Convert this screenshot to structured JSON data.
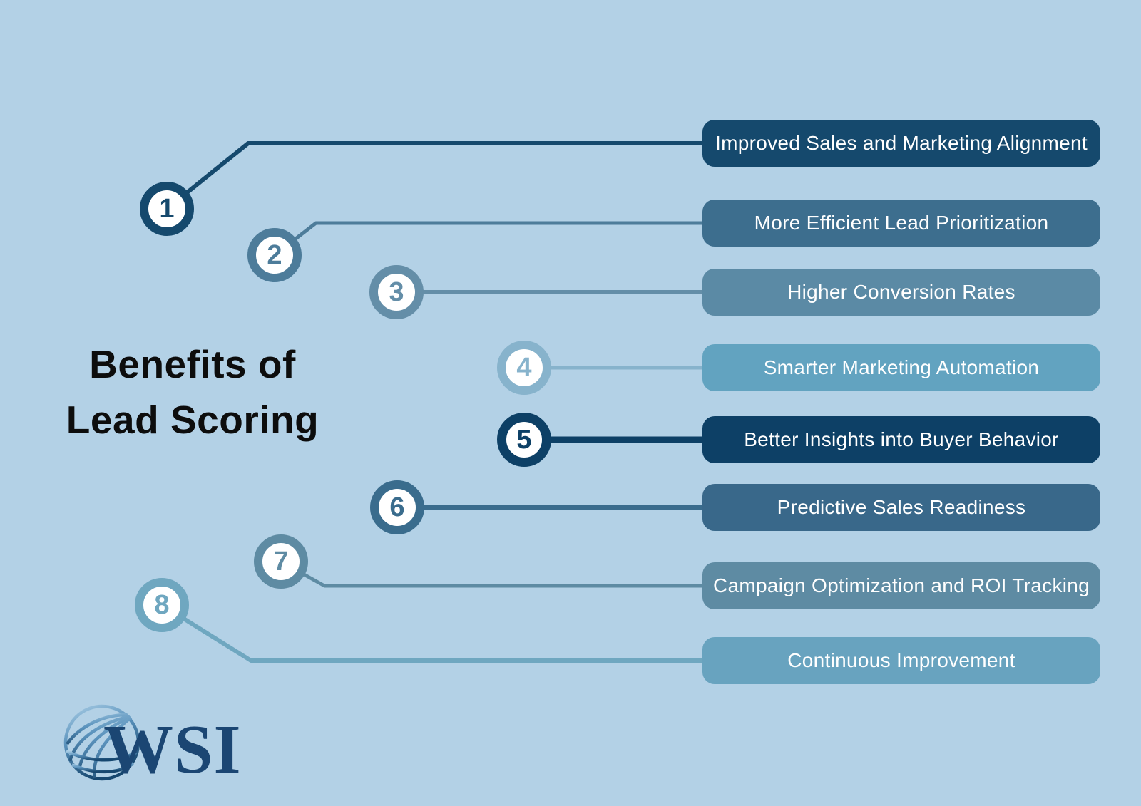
{
  "title": {
    "line1": "Benefits of",
    "line2": "Lead Scoring"
  },
  "items": [
    {
      "number": "1",
      "label": "Improved Sales and Marketing Alignment",
      "box_color": "#15496d",
      "accent_color": "#15496d"
    },
    {
      "number": "2",
      "label": "More Efficient Lead Prioritization",
      "box_color": "#3d6e8e",
      "accent_color": "#4d7c9a"
    },
    {
      "number": "3",
      "label": "Higher Conversion Rates",
      "box_color": "#5b8aa5",
      "accent_color": "#648ea8"
    },
    {
      "number": "4",
      "label": "Smarter Marketing Automation",
      "box_color": "#62a3c0",
      "accent_color": "#87b3cc"
    },
    {
      "number": "5",
      "label": "Better Insights into Buyer Behavior",
      "box_color": "#0d4066",
      "accent_color": "#0d4066"
    },
    {
      "number": "6",
      "label": "Predictive Sales Readiness",
      "box_color": "#39688a",
      "accent_color": "#3a6c8d"
    },
    {
      "number": "7",
      "label": "Campaign Optimization and ROI Tracking",
      "box_color": "#5e8ba3",
      "accent_color": "#5e8ba3"
    },
    {
      "number": "8",
      "label": "Continuous Improvement",
      "box_color": "#68a3bf",
      "accent_color": "#6fa7c0"
    }
  ],
  "logo": {
    "text": "WSI"
  },
  "colors": {
    "background": "#b3d1e6",
    "title_text": "#0d0d0d",
    "box_text": "#ffffff",
    "circle_fill": "#ffffff",
    "logo_navy": "#1b4673"
  }
}
